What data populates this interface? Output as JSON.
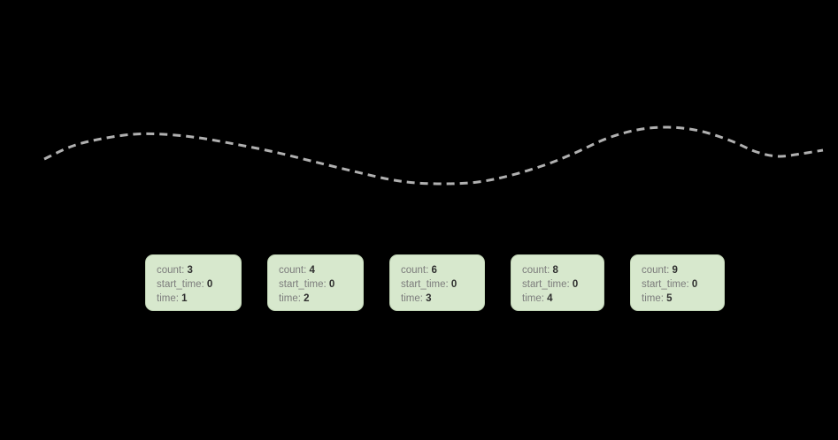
{
  "background_color": "#000000",
  "curve": {
    "name": "dashed-trend-line",
    "stroke_color": "#b0b0b0",
    "stroke_width": 3,
    "dash_pattern": "9 6",
    "points": [
      [
        50,
        180
      ],
      [
        80,
        166
      ],
      [
        110,
        158
      ],
      [
        150,
        152
      ],
      [
        185,
        152
      ],
      [
        225,
        156
      ],
      [
        265,
        163
      ],
      [
        310,
        172
      ],
      [
        355,
        183
      ],
      [
        400,
        194
      ],
      [
        440,
        203
      ],
      [
        470,
        207
      ],
      [
        505,
        208
      ],
      [
        540,
        206
      ],
      [
        575,
        199
      ],
      [
        615,
        187
      ],
      [
        650,
        173
      ],
      [
        685,
        157
      ],
      [
        720,
        147
      ],
      [
        755,
        144
      ],
      [
        790,
        148
      ],
      [
        825,
        159
      ],
      [
        855,
        172
      ],
      [
        880,
        177
      ],
      [
        905,
        174
      ],
      [
        930,
        170
      ]
    ]
  },
  "nodes": [
    {
      "id": "node-1",
      "fields": [
        {
          "key": "count:",
          "value": "3"
        },
        {
          "key": "start_time:",
          "value": "0"
        },
        {
          "key": "time:",
          "value": "1"
        }
      ]
    },
    {
      "id": "node-2",
      "fields": [
        {
          "key": "count:",
          "value": "4"
        },
        {
          "key": "start_time:",
          "value": "0"
        },
        {
          "key": "time:",
          "value": "2"
        }
      ]
    },
    {
      "id": "node-3",
      "fields": [
        {
          "key": "count:",
          "value": "6"
        },
        {
          "key": "start_time:",
          "value": "0"
        },
        {
          "key": "time:",
          "value": "3"
        }
      ]
    },
    {
      "id": "node-4",
      "fields": [
        {
          "key": "count:",
          "value": "8"
        },
        {
          "key": "start_time:",
          "value": "0"
        },
        {
          "key": "time:",
          "value": "4"
        }
      ]
    },
    {
      "id": "node-5",
      "fields": [
        {
          "key": "count:",
          "value": "9"
        },
        {
          "key": "start_time:",
          "value": "0"
        },
        {
          "key": "time:",
          "value": "5"
        }
      ]
    }
  ],
  "card_style": {
    "fill": "#d7e8cd",
    "border": "#c2d6b6",
    "key_color": "#7c7c7c",
    "value_color": "#2f2f2f"
  }
}
